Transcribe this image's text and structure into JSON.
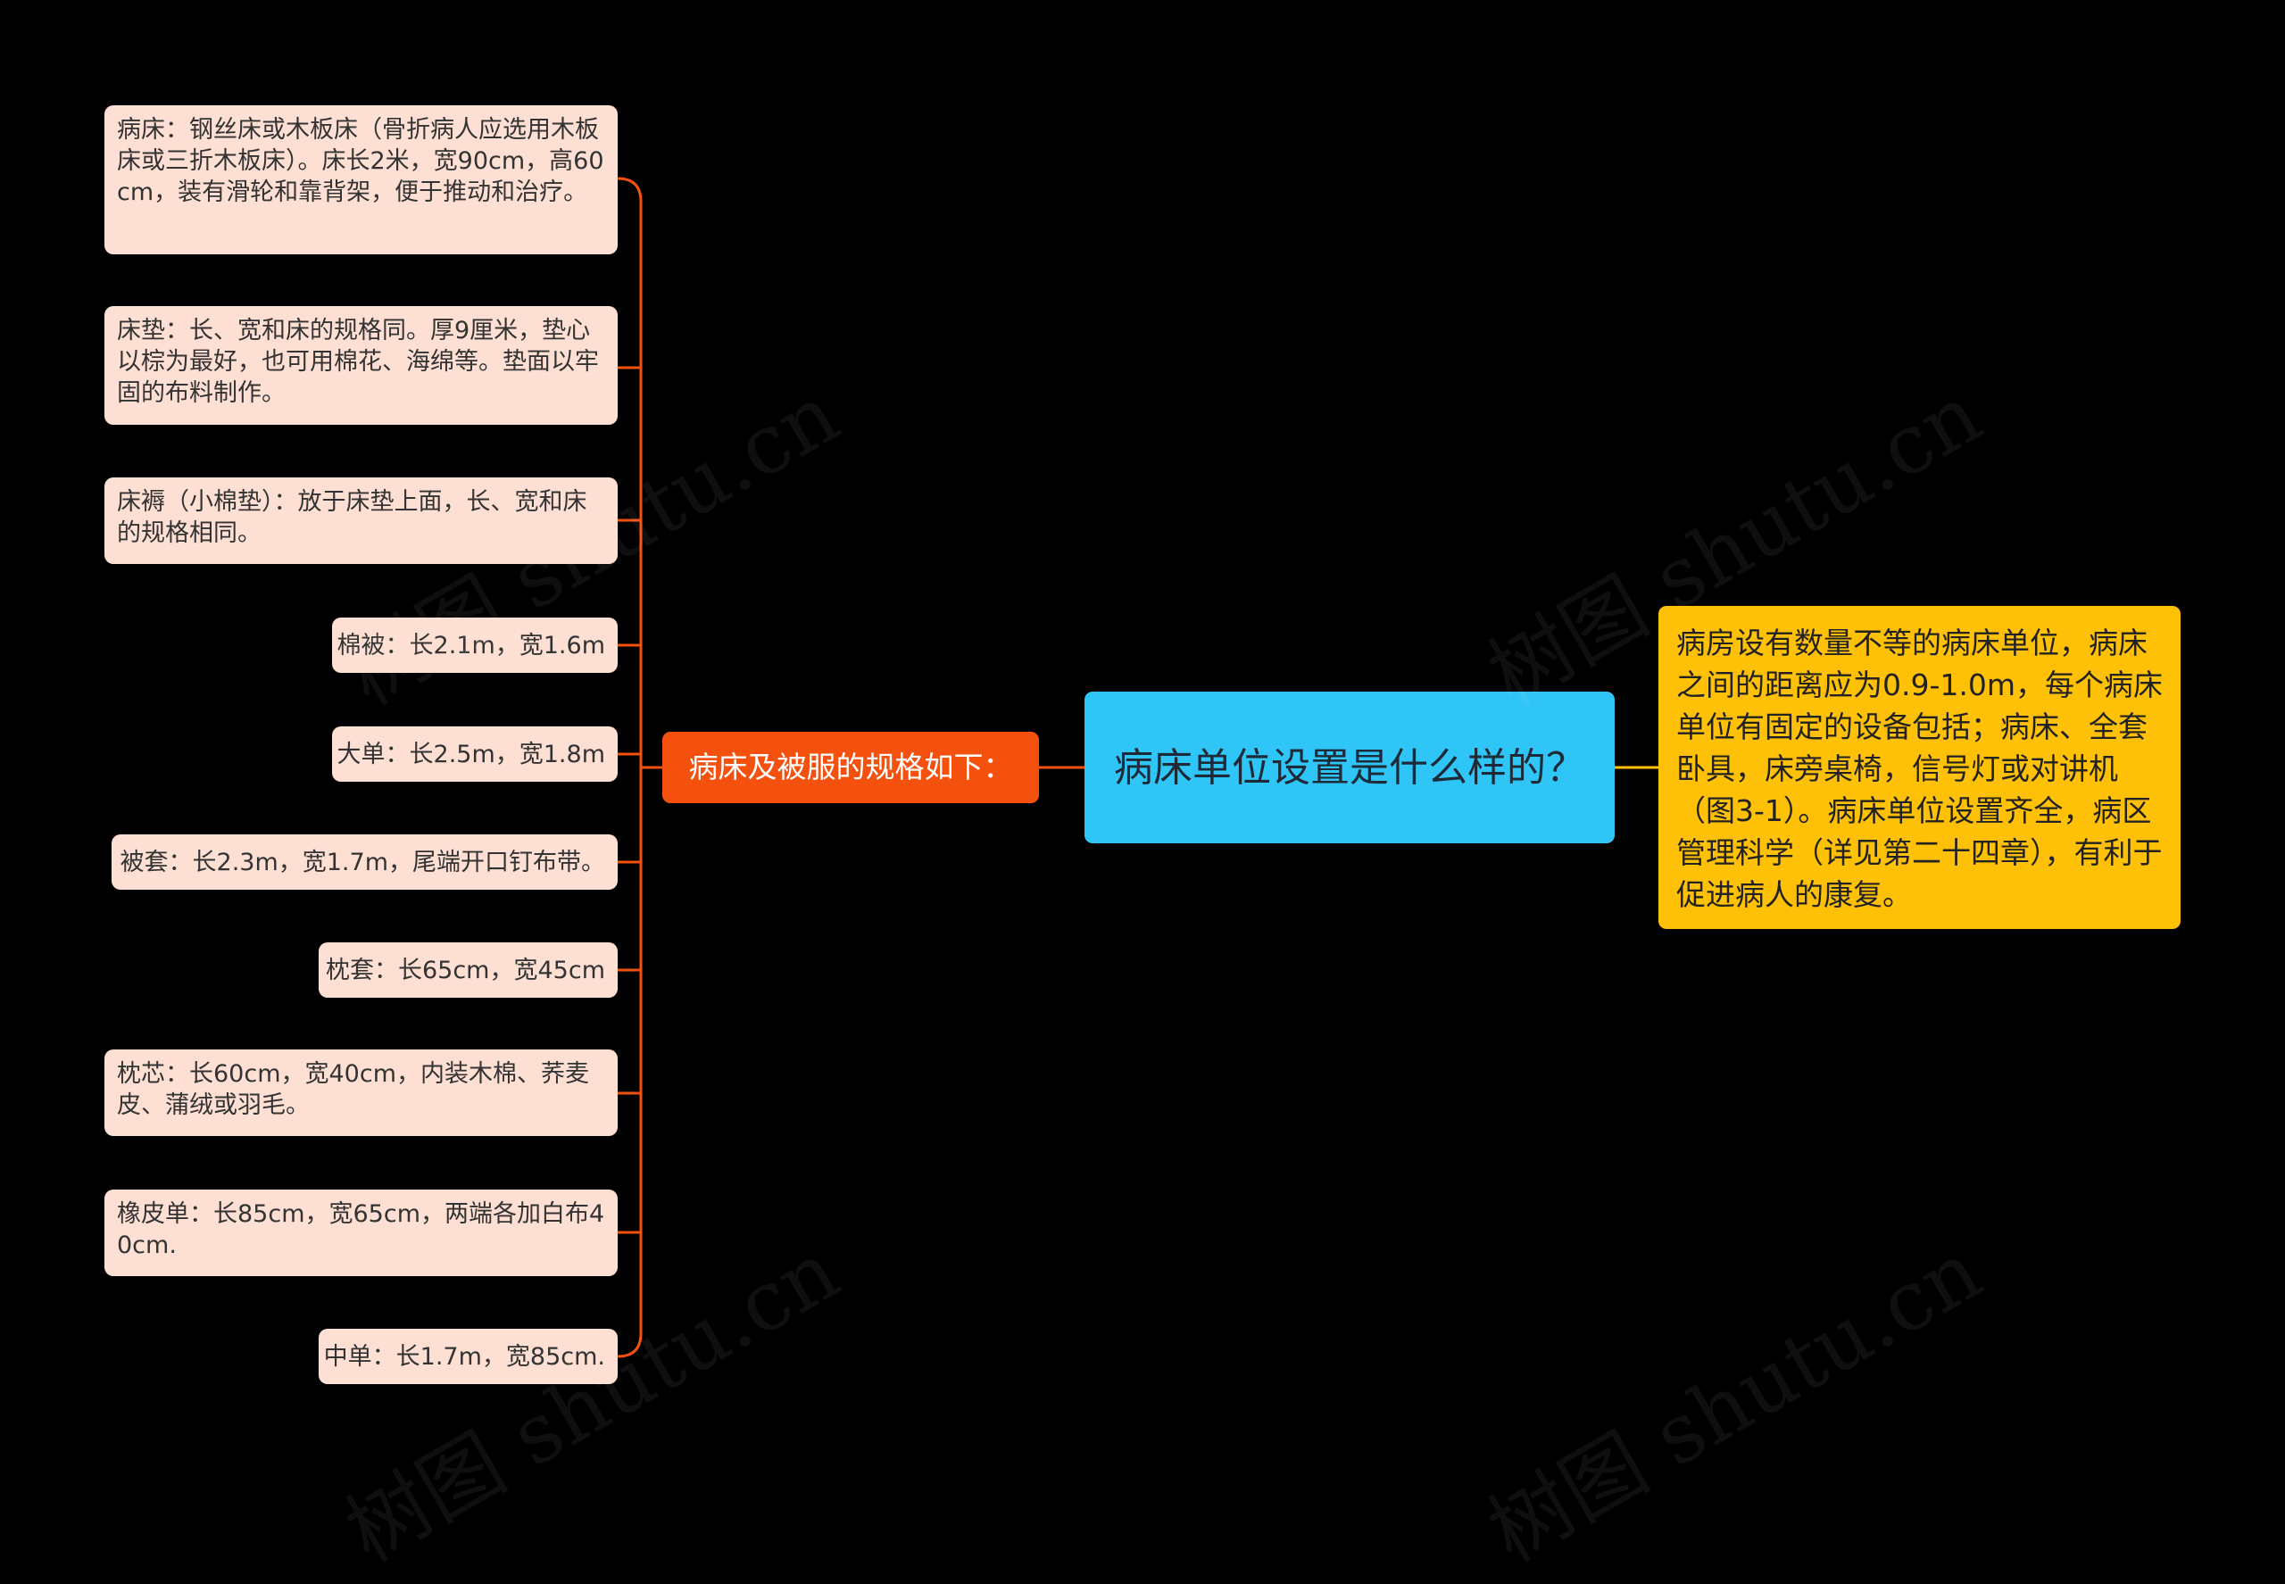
{
  "root": {
    "label": "病床单位设置是什么样的？"
  },
  "note": {
    "text": "病房设有数量不等的病床单位，病床之间的距离应为0.9-1.0m，每个病床单位有固定的设备包括；病床、全套卧具，床旁桌椅，信号灯或对讲机（图3-1）。病床单位设置齐全，病区管理科学（详见第二十四章），有利于促进病人的康复。"
  },
  "branch": {
    "label": "病床及被服的规格如下："
  },
  "items": [
    {
      "text": "病床：钢丝床或木板床（骨折病人应选用木板床或三折木板床）。床长2米，宽90cm，高60cm，装有滑轮和靠背架，便于推动和治疗。"
    },
    {
      "text": "床垫：长、宽和床的规格同。厚9厘米，垫心以棕为最好，也可用棉花、海绵等。垫面以牢固的布料制作。"
    },
    {
      "text": "床褥（小棉垫）：放于床垫上面，长、宽和床的规格相同。"
    },
    {
      "text": "棉被：长2.1m，宽1.6m"
    },
    {
      "text": "大单：长2.5m，宽1.8m"
    },
    {
      "text": "被套：长2.3m，宽1.7m，尾端开口钉布带。"
    },
    {
      "text": "枕套：长65cm，宽45cm"
    },
    {
      "text": "枕芯：长60cm，宽40cm，内装木棉、荞麦皮、蒲绒或羽毛。"
    },
    {
      "text": "橡皮单：长85cm，宽65cm，两端各加白布40cm."
    },
    {
      "text": "中单：长1.7m，宽85cm."
    }
  ],
  "watermark": {
    "text": "树图 shutu.cn"
  },
  "colors": {
    "background": "#000000",
    "root": "#2FC5F6",
    "note": "#FFC107",
    "branch": "#F4510E",
    "leaf": "#FEDFD3",
    "connector_orange": "#F4510E",
    "connector_yellow": "#FFC107"
  }
}
